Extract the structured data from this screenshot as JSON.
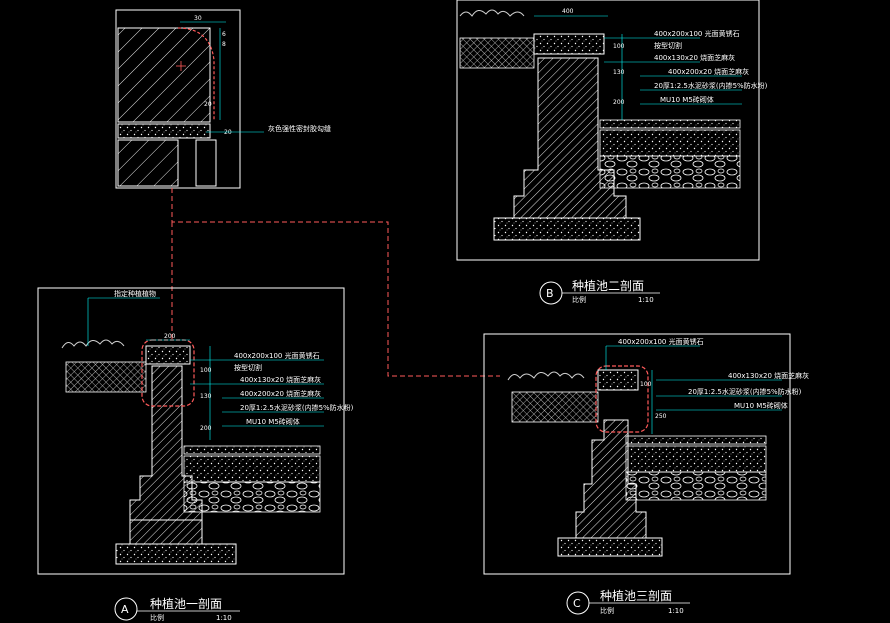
{
  "colors": {
    "background": "#000000",
    "outline": "#ffffff",
    "hatch": "#e6e6e6",
    "leader": "#00ffff",
    "highlight": "#ff5a5a",
    "planting": "#d0d0d0"
  },
  "detail": {
    "dims": {
      "top": "30",
      "r1": "6",
      "r2": "8",
      "mid": "20",
      "bot": "20"
    },
    "note": "灰色强性密封胶勾缝"
  },
  "section_a": {
    "title": "种植池一剖面",
    "letter": "A",
    "scale_label": "比例",
    "scale_value": "1:10",
    "plant_note": "指定种植植物",
    "notes": [
      "400x200x100 光面黄锈石",
      "按型切割",
      "400x130x20 烧面芝麻灰",
      "400x200x20 烧面芝麻灰",
      "20厚1:2.5水泥砂浆(内掺5%防水粉)",
      "MU10 M5砖砌体"
    ],
    "dims": {
      "w": "200",
      "d1": "100",
      "d2": "130",
      "d3": "200"
    }
  },
  "section_b": {
    "title": "种植池二剖面",
    "letter": "B",
    "scale_label": "比例",
    "scale_value": "1:10",
    "notes": [
      "400x200x100 光面黄锈石",
      "按型切割",
      "400x130x20 烧面芝麻灰",
      "400x200x20 烧面芝麻灰",
      "20厚1:2.5水泥砂浆(内掺5%防水粉)",
      "MU10 M5砖砌体"
    ],
    "dims": {
      "w": "400",
      "d1": "100",
      "d2": "130",
      "d3": "200"
    }
  },
  "section_c": {
    "title": "种植池三剖面",
    "letter": "C",
    "scale_label": "比例",
    "scale_value": "1:10",
    "notes": [
      "400x200x100 光面黄锈石",
      "400x130x20 烧面芝麻灰",
      "20厚1:2.5水泥砂浆(内掺5%防水粉)",
      "MU10 M5砖砌体"
    ],
    "dims": {
      "d1": "100",
      "d2": "250"
    }
  }
}
